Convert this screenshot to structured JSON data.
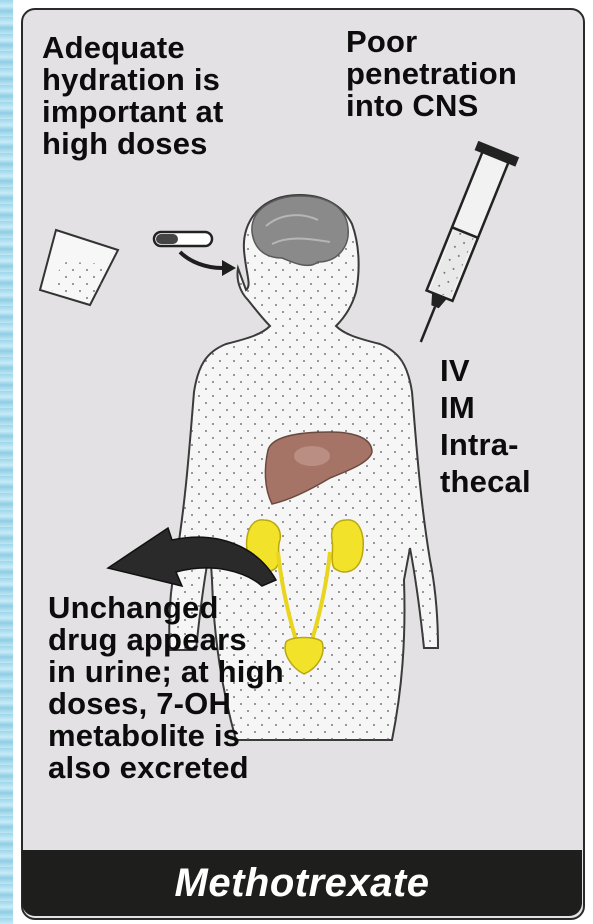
{
  "labels": {
    "hydration": "Adequate\nhydration is\nimportant at\nhigh doses",
    "cns": "Poor\npenetration\ninto CNS",
    "routes": "IV\nIM\nIntra-\nthecal",
    "excretion": "Unchanged\ndrug appears\nin urine; at high\ndoses, 7-OH\nmetabolite is\nalso excreted"
  },
  "footer": {
    "title": "Methotrexate"
  },
  "colors": {
    "panel": "#e3e1e3",
    "body": "#f7f7f7",
    "brain": "#8a8a8a",
    "liver": "#a57466",
    "kidney": "#f3e22a",
    "footer": "#1e1e1c"
  }
}
